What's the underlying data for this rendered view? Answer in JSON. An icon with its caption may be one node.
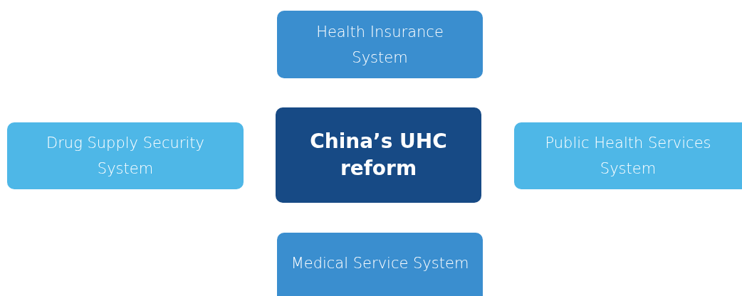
{
  "diagram": {
    "nodes": [
      {
        "text": [
          "Health Insurance System"
        ]
      },
      {
        "text": [
          "Drug Supply Security System"
        ]
      },
      {
        "text": [
          "China’s UHC reform"
        ]
      },
      {
        "text": [
          "Public Health Services System"
        ]
      },
      {
        "text": [
          "Medical Service System"
        ]
      }
    ]
  }
}
